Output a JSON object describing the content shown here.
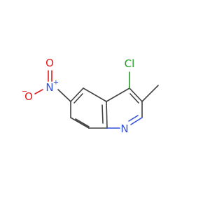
{
  "molecule": {
    "atoms": {
      "chlorine": {
        "symbol": "Cl",
        "color": "#1fa01f"
      },
      "ring_nitrogen": {
        "symbol": "N",
        "color": "#3050d8"
      },
      "nitro_nitrogen": {
        "symbol": "N",
        "charge": "+",
        "color": "#3050d8"
      },
      "nitro_oxygen_top": {
        "symbol": "O",
        "color": "#e02020"
      },
      "nitro_oxygen_left": {
        "symbol": "O",
        "charge": "−",
        "color": "#e02020"
      }
    },
    "bond_color": "#404040"
  }
}
